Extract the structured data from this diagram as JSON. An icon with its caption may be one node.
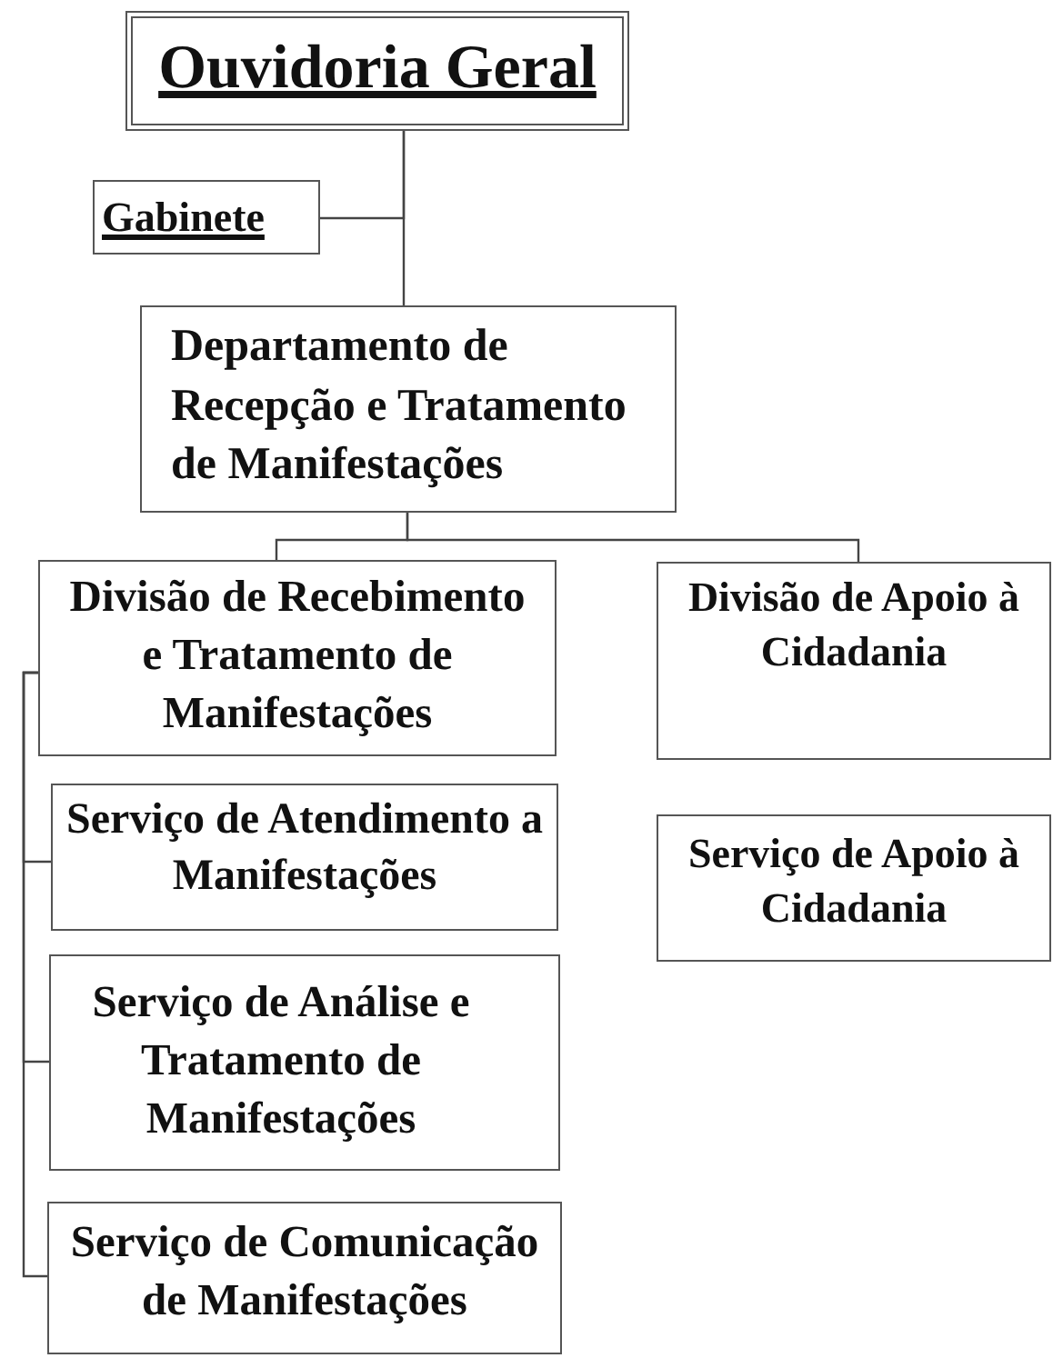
{
  "diagram": {
    "nodes": [
      {
        "text": [
          "Ouvidoria Geral"
        ]
      },
      {
        "text": [
          "Gabinete"
        ]
      },
      {
        "text": [
          "Departamento de Recepção e Tratamento de Manifestações"
        ]
      },
      {
        "text": [
          "Divisão de Recebimento e Tratamento de Manifestações"
        ]
      },
      {
        "text": [
          "Serviço de Atendimento a Manifestações"
        ]
      },
      {
        "text": [
          "Serviço de Análise e Tratamento de Manifestações"
        ]
      },
      {
        "text": [
          "Serviço de Comunicação de Manifestações"
        ]
      },
      {
        "text": [
          "Divisão de Apoio à Cidadania"
        ]
      },
      {
        "text": [
          "Serviço de Apoio à Cidadania"
        ]
      }
    ],
    "edges": [
      {
        "from": 0,
        "to": 2,
        "arrow": "none"
      },
      {
        "from": 0,
        "to": 1,
        "arrow": "none"
      },
      {
        "from": 2,
        "to": 3,
        "arrow": "none"
      },
      {
        "from": 2,
        "to": 7,
        "arrow": "none"
      },
      {
        "from": 3,
        "to": 4,
        "arrow": "none"
      },
      {
        "from": 3,
        "to": 5,
        "arrow": "none"
      },
      {
        "from": 3,
        "to": 6,
        "arrow": "none"
      }
    ]
  }
}
